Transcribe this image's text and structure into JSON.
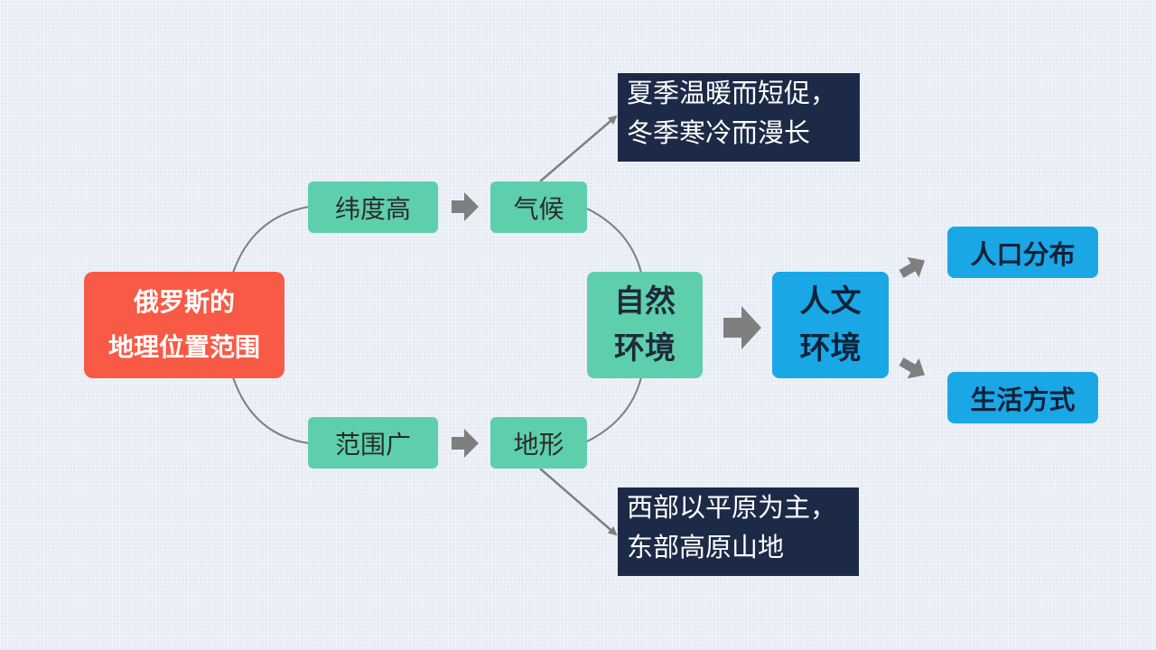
{
  "colors": {
    "background": "#e6ebf5",
    "origin": "#f95a45",
    "natural": "#5ecfac",
    "human": "#1aa7e6",
    "note": "#1c2a48",
    "arrow": "#7f7f7f",
    "line": "#7f7f7f"
  },
  "origin": {
    "line1": "俄罗斯的",
    "line2": "地理位置范围"
  },
  "factors": {
    "latitude": "纬度高",
    "extent": "范围广"
  },
  "natural": {
    "climate": "气候",
    "terrain": "地形",
    "environment": {
      "line1": "自然",
      "line2": "环境"
    }
  },
  "notes": {
    "climate": {
      "line1": "夏季温暖而短促，",
      "line2": "冬季寒冷而漫长"
    },
    "terrain": {
      "line1": "西部以平原为主，",
      "line2": "东部高原山地"
    }
  },
  "human": {
    "environment": {
      "line1": "人文",
      "line2": "环境"
    },
    "population": "人口分布",
    "lifestyle": "生活方式"
  }
}
